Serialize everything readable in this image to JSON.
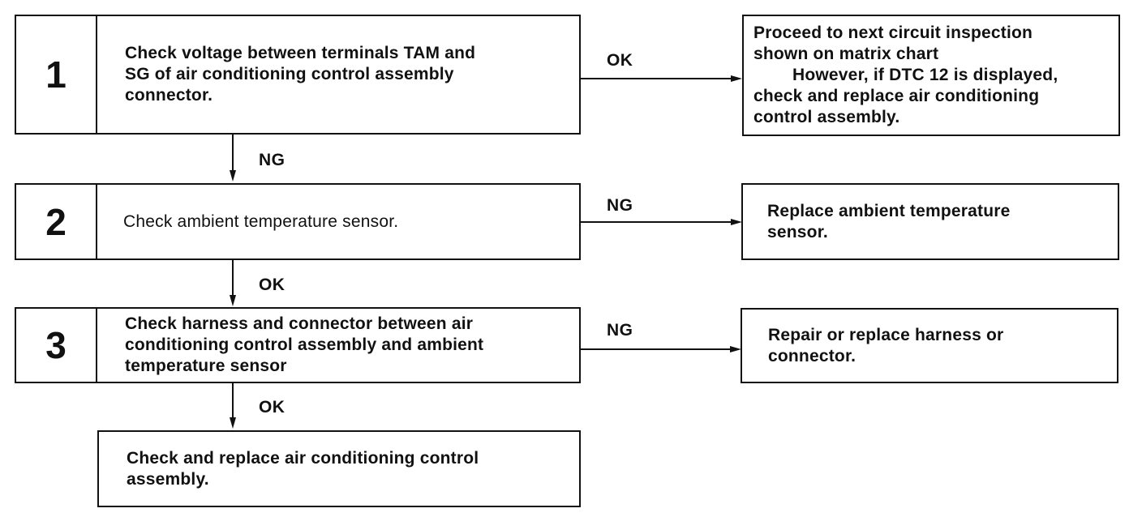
{
  "steps": [
    {
      "number": "1",
      "lines": [
        "Check voltage between terminals TAM and",
        "SG of air conditioning control assembly",
        "connector."
      ]
    },
    {
      "number": "2",
      "lines": [
        "Check ambient temperature sensor."
      ]
    },
    {
      "number": "3",
      "lines": [
        "Check harness and connector between air",
        "conditioning control assembly and ambient",
        "temperature sensor"
      ]
    }
  ],
  "results": [
    {
      "lines": [
        "Proceed to next circuit inspection",
        "shown on matrix chart",
        "However, if DTC 12 is displayed,",
        "check and replace air conditioning",
        "control assembly."
      ]
    },
    {
      "lines": [
        "Replace ambient temperature",
        "sensor."
      ]
    },
    {
      "lines": [
        "Repair or replace harness or",
        "connector."
      ]
    }
  ],
  "final": {
    "lines": [
      "Check and replace air conditioning control",
      "assembly."
    ]
  },
  "labels": {
    "step1_right": "OK",
    "step1_down": "NG",
    "step2_right": "NG",
    "step2_down": "OK",
    "step3_right": "NG",
    "step3_down": "OK"
  }
}
